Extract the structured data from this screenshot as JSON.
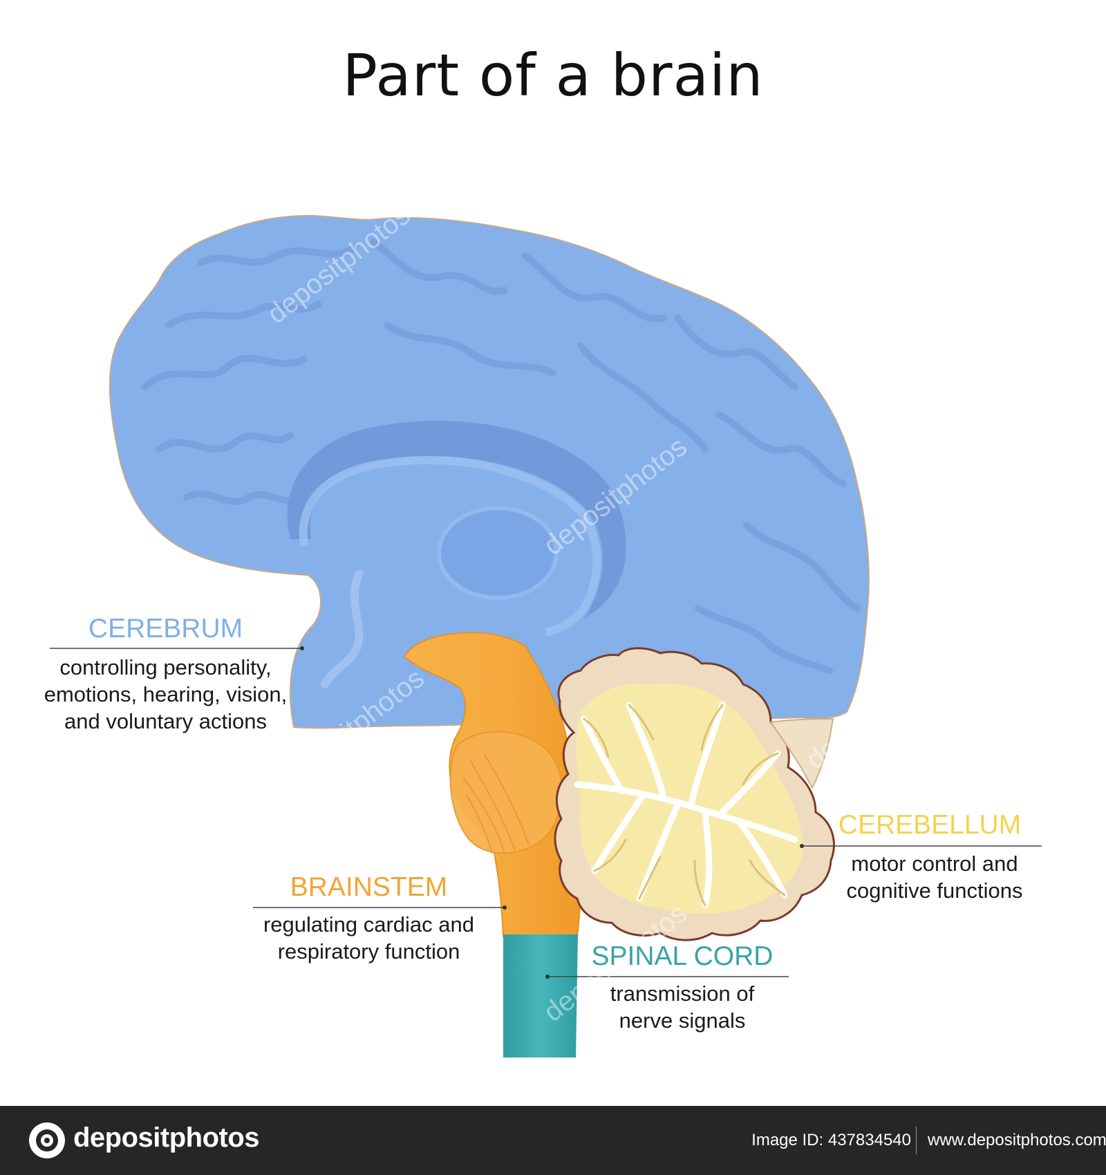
{
  "title": "Part of a brain",
  "colors": {
    "cerebrum": "#85b0ea",
    "cerebrum_label": "#7fb0e6",
    "brainstem": "#f5a83c",
    "brainstem_label": "#f0a436",
    "cerebellum_fill": "#f7eaa9",
    "cerebellum_border": "#7a3b2a",
    "cerebellum_label": "#f2d351",
    "spinal_cord": "#3aa9ad",
    "spinal_label": "#3aa3a8",
    "footer_bg": "#262626"
  },
  "parts": [
    {
      "id": "cerebrum",
      "name": "CEREBRUM",
      "description_lines": [
        "controlling personality,",
        "emotions, hearing, vision,",
        "and voluntary actions"
      ]
    },
    {
      "id": "brainstem",
      "name": "BRAINSTEM",
      "description_lines": [
        "regulating cardiac and",
        "respiratory function"
      ]
    },
    {
      "id": "cerebellum",
      "name": "CEREBELLUM",
      "description_lines": [
        "motor control and",
        "cognitive functions"
      ]
    },
    {
      "id": "spinal_cord",
      "name": "SPINAL CORD",
      "description_lines": [
        "transmission of",
        "nerve signals"
      ]
    }
  ],
  "watermark": "depositphotos",
  "footer": {
    "brand": "depositphotos",
    "image_id": "Image ID: 437834540",
    "url": "www.depositphotos.com",
    "logo_icon": "camera-icon"
  }
}
